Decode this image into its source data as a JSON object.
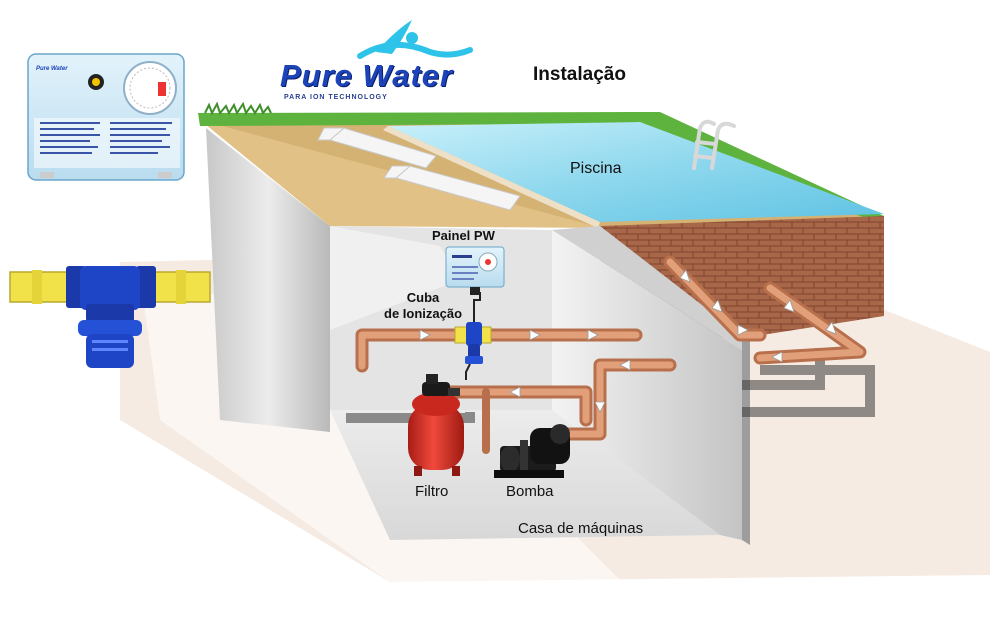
{
  "brand": {
    "name": "Pure Water",
    "tagline": "PARA ION TECHNOLOGY"
  },
  "heading": "Instalação",
  "labels": {
    "pool": "Piscina",
    "panel": "Painel PW",
    "cell_line1": "Cuba",
    "cell_line2": "de Ionização",
    "filter": "Filtro",
    "pump": "Bomba",
    "machine_room": "Casa de máquinas"
  },
  "device": {
    "title": "Pure Water"
  },
  "icons": [
    "swimmer-logo-icon",
    "control-panel-device-icon",
    "ionization-cell-icon",
    "sand-filter-icon",
    "pump-icon",
    "pool-ladder-icon",
    "lounge-chair-icon",
    "flow-arrow-icon"
  ],
  "colors": {
    "brand_blue": "#1c43b8",
    "pool_water": "#8fd8ee",
    "pipe": "#d9916a",
    "wall_brick": "#a9674a",
    "grass": "#5db33d",
    "filter_red": "#e0362b",
    "cell_blue": "#1f45c7",
    "pipe_yellow": "#f2e24a"
  }
}
